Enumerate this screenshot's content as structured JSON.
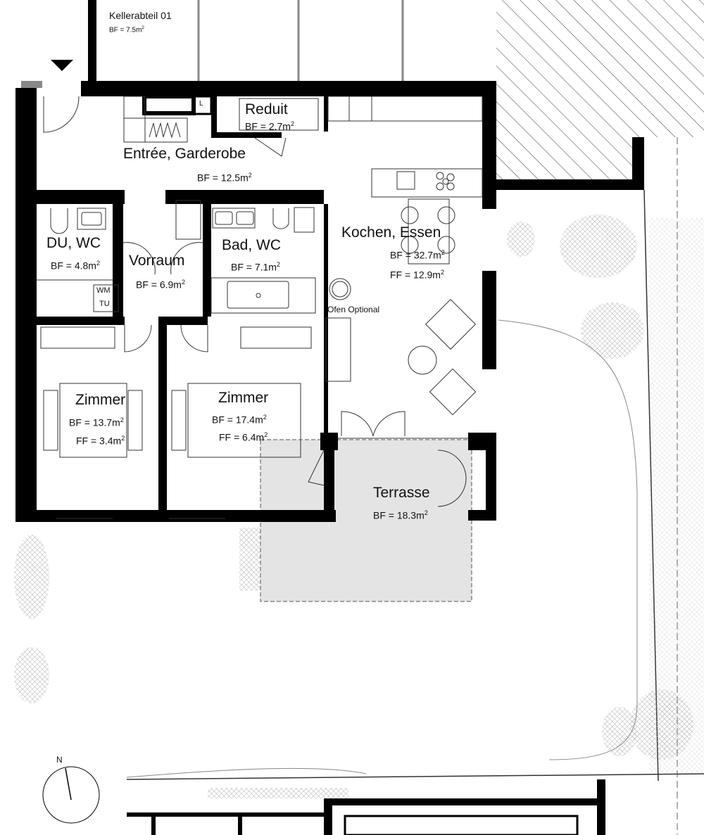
{
  "rooms": [
    {
      "id": "kellerabteil",
      "name": "Kellerabteil 01",
      "bf": "BF = 7.5m",
      "unit_exp": "2"
    },
    {
      "id": "reduit",
      "name": "Reduit",
      "bf": "BF = 2.7m",
      "unit_exp": "2"
    },
    {
      "id": "entree",
      "name": "Entrée, Garderobe",
      "bf": "BF = 12.5m",
      "unit_exp": "2"
    },
    {
      "id": "du-wc",
      "name": "DU, WC",
      "bf": "BF = 4.8m",
      "unit_exp": "2"
    },
    {
      "id": "vorraum",
      "name": "Vorraum",
      "bf": "BF = 6.9m",
      "unit_exp": "2"
    },
    {
      "id": "bad-wc",
      "name": "Bad, WC",
      "bf": "BF = 7.1m",
      "unit_exp": "2"
    },
    {
      "id": "kochen",
      "name": "Kochen, Essen",
      "bf": "BF = 32.7m",
      "ff": "FF = 12.9m",
      "unit_exp": "2"
    },
    {
      "id": "zimmer1",
      "name": "Zimmer",
      "bf": "BF = 13.7m",
      "ff": "FF = 3.4m",
      "unit_exp": "2"
    },
    {
      "id": "zimmer2",
      "name": "Zimmer",
      "bf": "BF = 17.4m",
      "ff": "FF = 6.4m",
      "unit_exp": "2"
    },
    {
      "id": "terrasse",
      "name": "Terrasse",
      "bf": "BF = 18.3m",
      "unit_exp": "2"
    }
  ],
  "fixtures": {
    "wm": "WM",
    "tu": "TU",
    "l": "L",
    "ofen": "Ofen Optional"
  },
  "compass": {
    "label": "N"
  },
  "colors": {
    "wall": "#000000",
    "terrace": "#e4e4e4",
    "line": "#777777"
  }
}
